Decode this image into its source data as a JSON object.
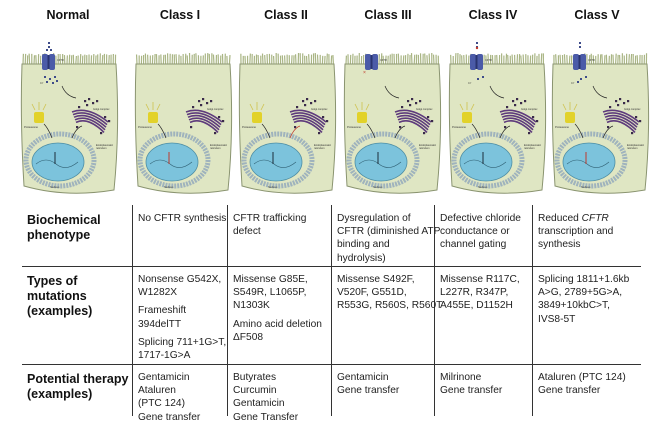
{
  "columns": [
    {
      "key": "normal",
      "title": "Normal"
    },
    {
      "key": "class1",
      "title": "Class I"
    },
    {
      "key": "class2",
      "title": "Class II"
    },
    {
      "key": "class3",
      "title": "Class III"
    },
    {
      "key": "class4",
      "title": "Class IV"
    },
    {
      "key": "class5",
      "title": "Class V"
    }
  ],
  "cell_labels": {
    "cftr": "CFTR",
    "chloride": "Cl⁻",
    "golgi": "Golgi complex",
    "proteasome": "Proteasome",
    "er_line1": "Endoplasmatic",
    "er_line2": "reticulum",
    "nucleus": "Nucleus"
  },
  "colors": {
    "cytoplasm": "#dfe6c3",
    "membrane": "#8a9470",
    "cilia": "#a9b584",
    "cftr_channel": "#4b5ba8",
    "golgi": "#5e3b7c",
    "proteasome": "#e2d22a",
    "nucleus": "#7cc3dc",
    "er": "#9fb3bd",
    "defect_marker": "#c0392b"
  },
  "table": {
    "rows": [
      {
        "header": [
          "Biochemical",
          "phenotype"
        ],
        "cells": [
          [
            [
              "No CFTR synthesis"
            ]
          ],
          [
            [
              "CFTR trafficking",
              "defect"
            ]
          ],
          [
            [
              "Dysregulation  of",
              "CFTR (diminished ATP",
              "binding and",
              "hydrolysis)"
            ]
          ],
          [
            [
              "Defective chloride",
              "conductance or",
              "channel gating"
            ]
          ],
          [
            [
              "Reduced CFTR",
              "transcription and",
              "synthesis"
            ]
          ]
        ]
      },
      {
        "header": [
          "Types of",
          "mutations",
          "(examples)"
        ],
        "cells": [
          [
            [
              "Nonsense G542X,",
              "W1282X"
            ],
            [
              "Frameshift",
              "394delTT"
            ],
            [
              "Splicing 711+1G>T,",
              "1717-1G>A"
            ]
          ],
          [
            [
              "Missense G85E,",
              "S549R, L1065P,",
              "N1303K"
            ],
            [
              "Amino acid deletion",
              "ΔF508"
            ]
          ],
          [
            [
              "Missense  S492F,",
              "V520F, G551D,",
              "R553G, R560S, R560T"
            ]
          ],
          [
            [
              "Missense R117C,",
              "L227R, R347P,",
              "A455E, D1152H"
            ]
          ],
          [
            [
              "Splicing 1811+1.6kb",
              "A>G, 2789+5G>A,",
              "3849+10kbC>T,",
              "IVS8-5T"
            ]
          ]
        ]
      },
      {
        "header": [
          "Potential therapy",
          "(examples)"
        ],
        "cells": [
          [
            [
              "Gentamicin",
              "Ataluren",
              "(PTC 124)",
              "Gene transfer"
            ]
          ],
          [
            [
              "Butyrates",
              "Curcumin",
              "Gentamicin",
              "Gene Transfer"
            ]
          ],
          [
            [
              "Gentamicin",
              "Gene transfer"
            ]
          ],
          [
            [
              "Milrinone",
              "Gene transfer"
            ]
          ],
          [
            [
              "Ataluren (PTC 124)",
              "Gene transfer"
            ]
          ]
        ]
      }
    ]
  }
}
